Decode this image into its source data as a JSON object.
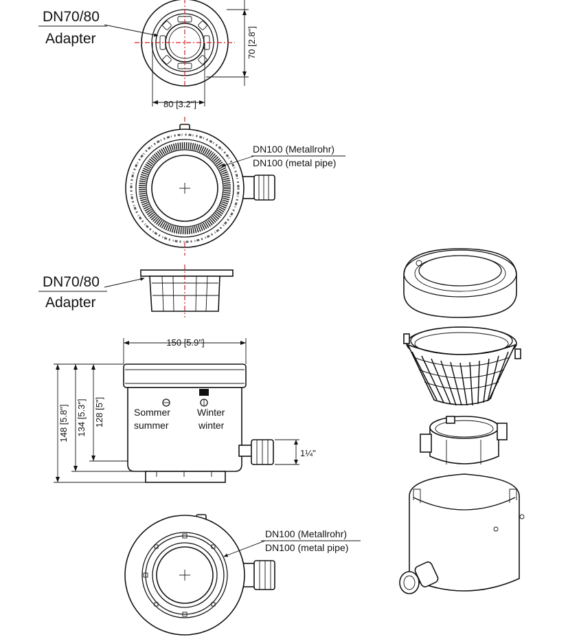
{
  "labels": {
    "adapter_top_line1": "DN70/80",
    "adapter_top_line2": "Adapter",
    "adapter_side_line1": "DN70/80",
    "adapter_side_line2": "Adapter",
    "pipe_top_line1": "DN100 (Metallrohr)",
    "pipe_top_line2": "DN100 (metal pipe)",
    "pipe_bottom_line1": "DN100 (Metallrohr)",
    "pipe_bottom_line2": "DN100 (metal pipe)",
    "sommer": "Sommer",
    "summer": "summer",
    "winter_de": "Winter",
    "winter_en": "winter"
  },
  "dimensions": {
    "adapter_height": "70 [2.8\"]",
    "adapter_width": "80 [3.2\"]",
    "body_width": "150 [5.9\"]",
    "total_height": "148 [5.8\"]",
    "height_134": "134 [5.3\"]",
    "height_128": "128 [5\"]",
    "outlet_size": "1¼\""
  },
  "colors": {
    "line": "#111111",
    "centerline": "#e0141b"
  }
}
